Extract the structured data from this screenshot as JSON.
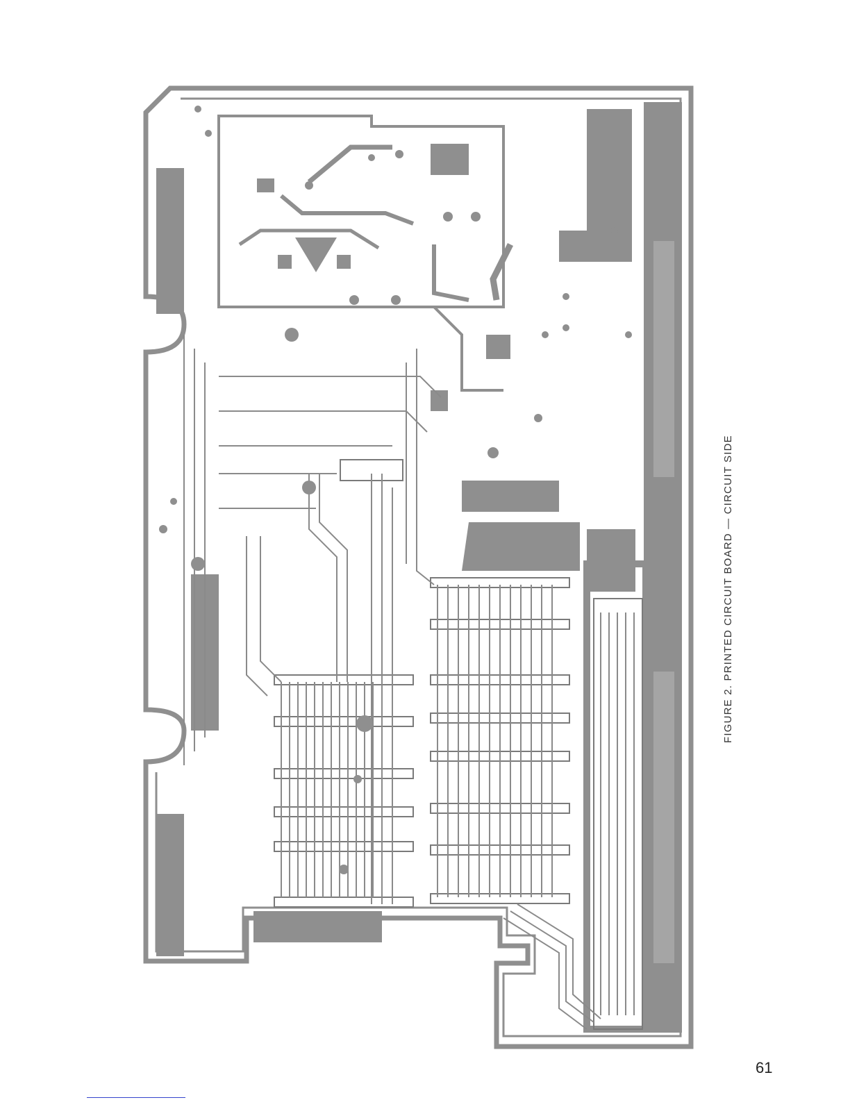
{
  "figure": {
    "caption": "FIGURE 2. PRINTED CIRCUIT BOARD — CIRCUIT SIDE",
    "image_description": "pcb-circuit-side-artwork"
  },
  "page": {
    "number": "61"
  },
  "colors": {
    "copper": "#8f8f8f",
    "copper_dark": "#6e6e6e",
    "board": "#ffffff",
    "text": "#333333",
    "rule": "#3344cc"
  }
}
